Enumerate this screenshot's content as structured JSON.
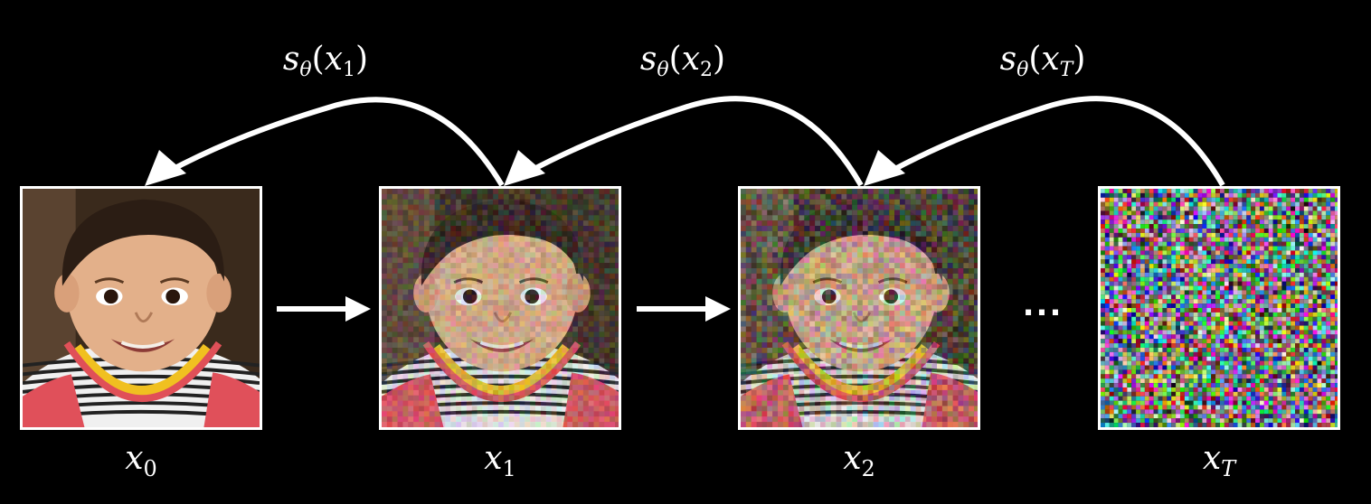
{
  "diagram": {
    "states": [
      {
        "var": "x",
        "sub": "0",
        "sub_italic": false,
        "noise": 0.0
      },
      {
        "var": "x",
        "sub": "1",
        "sub_italic": false,
        "noise": 0.35
      },
      {
        "var": "x",
        "sub": "2",
        "sub_italic": false,
        "noise": 0.6
      },
      {
        "var": "x",
        "sub": "T",
        "sub_italic": true,
        "noise": 1.0
      }
    ],
    "score_labels": [
      {
        "func": "s",
        "param": "θ",
        "arg_var": "x",
        "arg_sub": "1",
        "arg_sub_italic": false
      },
      {
        "func": "s",
        "param": "θ",
        "arg_var": "x",
        "arg_sub": "2",
        "arg_sub_italic": false
      },
      {
        "func": "s",
        "param": "θ",
        "arg_var": "x",
        "arg_sub": "T",
        "arg_sub_italic": true
      }
    ],
    "ellipsis": "...",
    "colors": {
      "background": "#000000",
      "foreground": "#ffffff"
    }
  }
}
